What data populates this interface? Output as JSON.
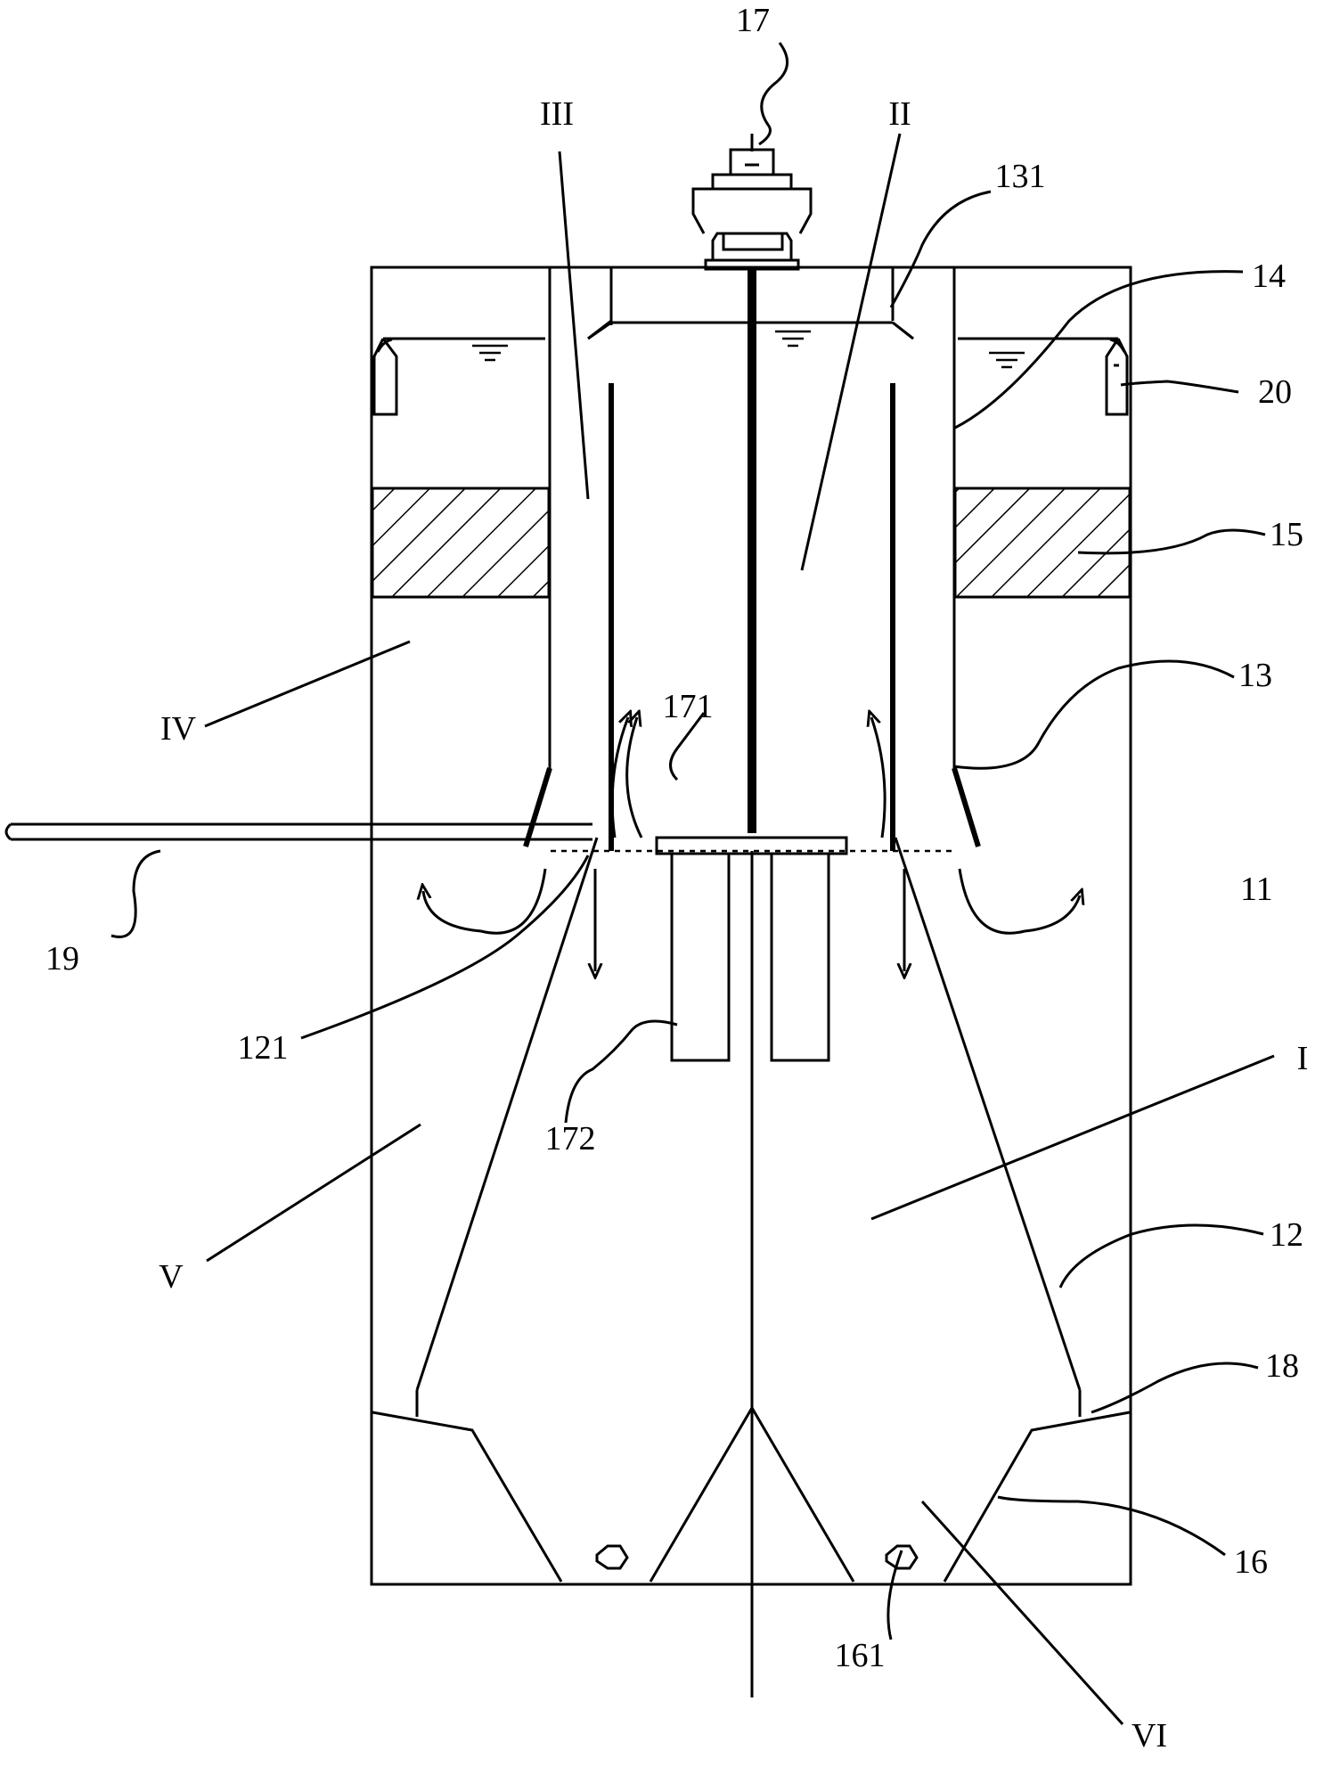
{
  "labels": {
    "l17": "17",
    "lIII": "III",
    "lII": "II",
    "l131": "131",
    "l14": "14",
    "l20": "20",
    "l15": "15",
    "l13": "13",
    "lIV": "IV",
    "l171": "171",
    "l11": "11",
    "l19": "19",
    "l121": "121",
    "l172": "172",
    "lI": "I",
    "lV": "V",
    "l12": "12",
    "l18": "18",
    "l16": "16",
    "l161": "161",
    "lVI": "VI"
  }
}
